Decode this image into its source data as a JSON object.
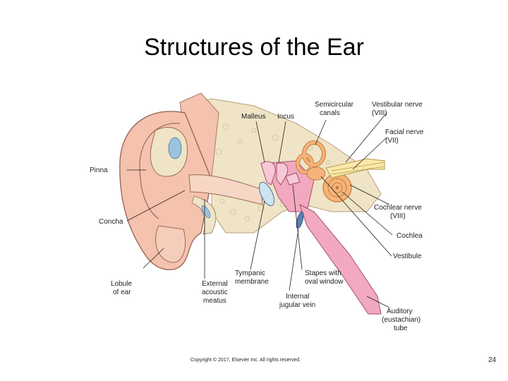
{
  "title": "Structures of the Ear",
  "labels": {
    "pinna": "Pinna",
    "concha": "Concha",
    "lobule_1": "Lobule",
    "lobule_2": "of ear",
    "malleus": "Malleus",
    "incus": "Incus",
    "semicircular_1": "Semicircular",
    "semicircular_2": "canals",
    "vestibular_1": "Vestibular nerve",
    "vestibular_2": "(VIII)",
    "facial_1": "Facial nerve",
    "facial_2": "(VII)",
    "cochlear_nerve_1": "Cochlear nerve",
    "cochlear_nerve_2": "(VIII)",
    "cochlea": "Cochlea",
    "vestibule": "Vestibule",
    "auditory_1": "Auditory",
    "auditory_2": "(eustachian)",
    "auditory_3": "tube",
    "tympanic_1": "Tympanic",
    "tympanic_2": "membrane",
    "stapes_1": "Stapes with",
    "stapes_2": "oval window",
    "external_1": "External",
    "external_2": "acoustic",
    "external_3": "meatus",
    "jugular_1": "Internal",
    "jugular_2": "jugular vein"
  },
  "footer": {
    "copyright": "Copyright © 2017, Elsevier Inc. All rights reserved.",
    "page_number": "24"
  },
  "colors": {
    "skin": "#f4c2ad",
    "bone": "#efe4c6",
    "middle_ear": "#f2a9bf",
    "inner_ear": "#f6b47a",
    "fluid": "#9cc3de"
  }
}
